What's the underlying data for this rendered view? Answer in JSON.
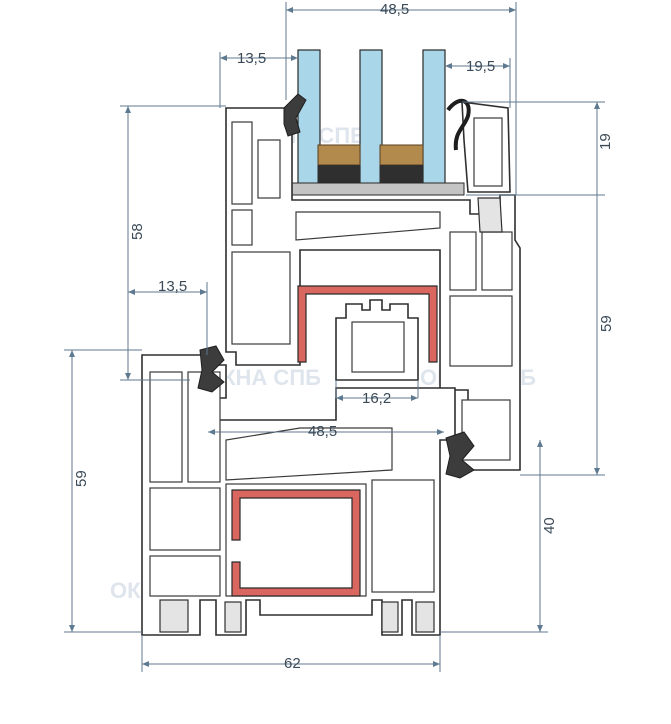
{
  "dimensions": {
    "glazing_width_top": "48,5",
    "glazing_bead_left": "13,5",
    "glazing_bead_right": "19,5",
    "glass_rebate_height": "19",
    "sash_height": "58",
    "frame_right_height": "59",
    "frame_left_height": "59",
    "frame_step": "13,5",
    "overlap": "16,2",
    "frame_width_inner": "48,5",
    "frame_lower_height": "40",
    "frame_width_total": "62"
  },
  "watermark": {
    "brand": "ОКНА СПБ"
  },
  "colors": {
    "glass": "#a9d6e8",
    "reinforcement": "#d9675f",
    "desiccant": "#b38a4e",
    "dimension_lines": "#5f7a90",
    "profile_outline": "#2f2f2f"
  }
}
